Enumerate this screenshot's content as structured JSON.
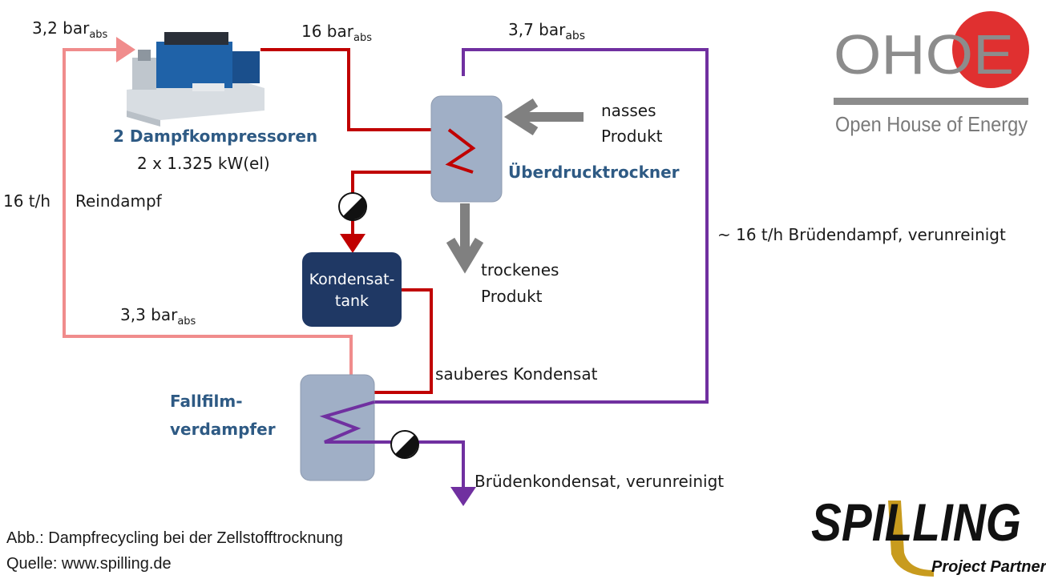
{
  "labels": {
    "p_left": "3,2 bar",
    "p_left_sub": "abs",
    "p_comp_out": "16 bar",
    "p_comp_out_sub": "abs",
    "p_top": "3,7 bar",
    "p_top_sub": "abs",
    "p_bottom": "3,3 bar",
    "p_bottom_sub": "abs",
    "compressor_title": "2 Dampfkompressoren",
    "compressor_power": "2 x 1.325 kW(el)",
    "flow_left": "16 t/h",
    "reindampf": "Reindampf",
    "nasses": "nasses",
    "produkt1": "Produkt",
    "dryer": "Überdrucktrockner",
    "bruedendampf": "~ 16 t/h  Brüdendampf, verunreinigt",
    "trockenes": "trockenes",
    "produkt2": "Produkt",
    "tank_line1": "Kondensat-",
    "tank_line2": "tank",
    "sauberes": "sauberes  Kondensat",
    "evap_line1": "Fallfilm-",
    "evap_line2": "verdampfer",
    "bruedenkondensat": "Brüdenkondensat,  verunreinigt"
  },
  "caption": {
    "line1": "Abb.: Dampfrecycling bei der Zellstofftrocknung",
    "line2": "Quelle: www.spilling.de"
  },
  "logos": {
    "ohoe_text": "OHOE",
    "ohoe_sub": "Open House of Energy",
    "spilling_text": "SPILLING",
    "spilling_sub": "Project Partner"
  },
  "colors": {
    "steam_hot": "#c00000",
    "steam_low": "#f08c8c",
    "vapor": "#7030a0",
    "product_arrow": "#808080",
    "box_fill": "#a0afc6",
    "tank_fill": "#1f3864",
    "accent_blue": "#2e5a84",
    "ohoe_red": "#e03030",
    "spilling_gold": "#c89b1e"
  }
}
